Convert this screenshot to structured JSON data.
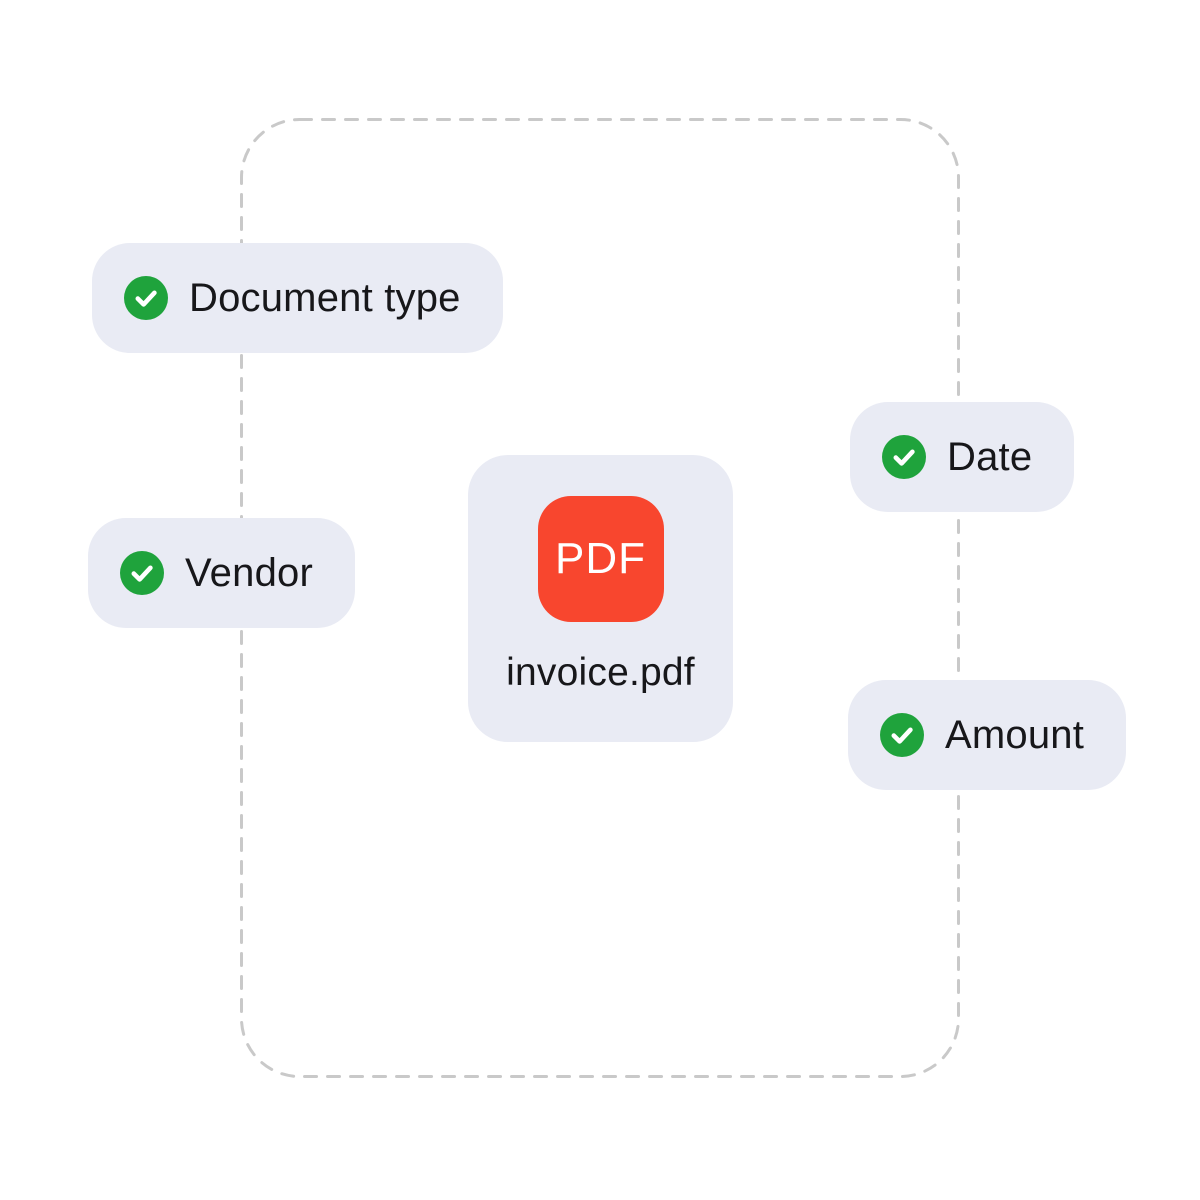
{
  "file_card": {
    "badge_label": "PDF",
    "file_name": "invoice.pdf"
  },
  "fields": [
    {
      "label": "Document type",
      "icon": "check-circle-icon",
      "status": "checked"
    },
    {
      "label": "Vendor",
      "icon": "check-circle-icon",
      "status": "checked"
    },
    {
      "label": "Date",
      "icon": "check-circle-icon",
      "status": "checked"
    },
    {
      "label": "Amount",
      "icon": "check-circle-icon",
      "status": "checked"
    }
  ],
  "colors": {
    "background": "#ffffff",
    "chip_background": "#e9ebf4",
    "check_green": "#1fa33c",
    "pdf_red": "#f8462e",
    "dashed_border": "#c9c9c9",
    "text": "#17171a"
  }
}
